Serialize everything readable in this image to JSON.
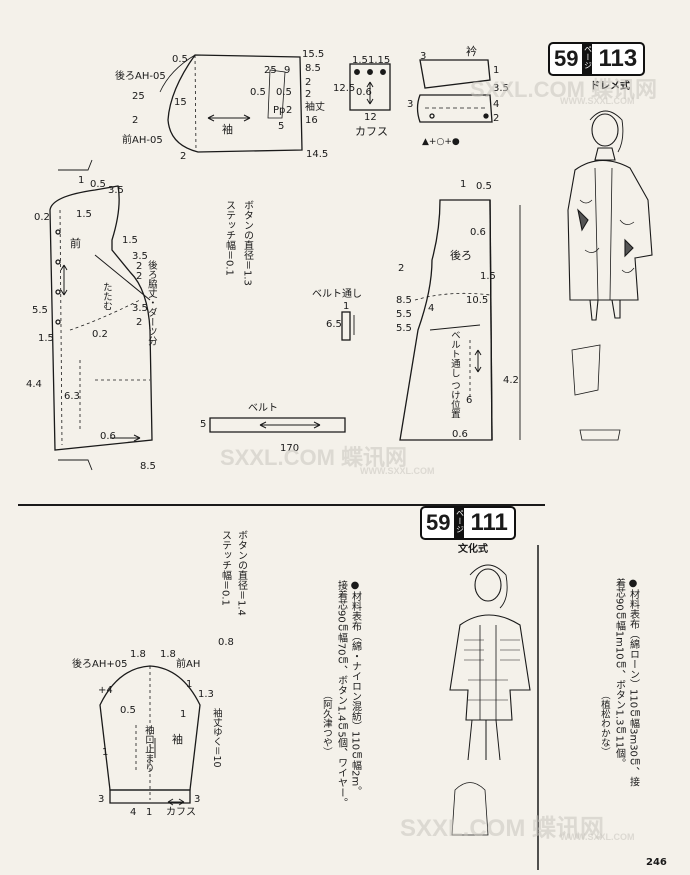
{
  "top_section": {
    "badge": {
      "page_no": "59",
      "page_kana": "ページ",
      "model_no": "113"
    },
    "method": "ドレメ式",
    "sleeve": {
      "title": "袖",
      "back_ah": "後ろAH-05",
      "front_ah": "前AH-05",
      "hem_label": "袖丈",
      "nums": [
        "0.5",
        "25",
        "15",
        "2",
        "15.5",
        "8.5",
        "2",
        "25",
        "9",
        "0.5",
        "0.5",
        "2",
        "16",
        "2",
        "14.5",
        "5",
        "Pp",
        "2"
      ]
    },
    "cuff": {
      "title": "カフス",
      "nums": [
        "1.5",
        "1.15",
        "12.5",
        "0.6",
        "12"
      ]
    },
    "collar": {
      "title": "衿",
      "nums": [
        "3",
        "1",
        "3.5",
        "3",
        "4",
        "2"
      ],
      "symbols": "▲+○+●"
    },
    "front": {
      "title": "前",
      "fold_label": "たたむ",
      "nums": [
        "1",
        "0.5",
        "3.5",
        "0.2",
        "1.5",
        "3.5",
        "2",
        "2",
        "3.5",
        "2",
        "5.5",
        "1.5",
        "0.2",
        "4.4",
        "6.3",
        "0.6",
        "8.5",
        "1.5"
      ],
      "note": "後ろ脇丈・ダーツ分"
    },
    "back": {
      "title": "後ろ",
      "belt_loop_pos": "ベルト通し つけ位置",
      "nums": [
        "1",
        "0.5",
        "0.6",
        "2",
        "1.5",
        "8.5",
        "10.5",
        "5.5",
        "4",
        "5.5",
        "0.6",
        "4.2",
        "6"
      ]
    },
    "button_note": {
      "lines": [
        "ボタンの直径＝",
        "1.3",
        "ステッチ幅＝",
        "0.1"
      ]
    },
    "belt_loop": {
      "title": "ベルト通し",
      "w": "1",
      "h": "6.5"
    },
    "belt": {
      "title": "ベルト",
      "w": "5",
      "len": "170"
    }
  },
  "bottom_section": {
    "badge": {
      "page_no": "59",
      "page_kana": "ページ",
      "model_no": "111"
    },
    "method": "文化式",
    "button_note": {
      "lines": [
        "ボタンの直径＝",
        "1.4",
        "ステッチ幅＝",
        "0.1",
        "0.8"
      ]
    },
    "sleeve": {
      "title": "袖",
      "back_ah": "後ろAH+05",
      "front_ah": "前AH",
      "slit": "袖口止まり",
      "cuff_label": "カフス",
      "hem": "袖丈ゆく＝10",
      "nums": [
        "1.8",
        "1.8",
        "+4",
        "1",
        "0.5",
        "1",
        "1.3",
        "3",
        "3",
        "4",
        "1",
        "1"
      ]
    },
    "materials_111": {
      "head": "●材料",
      "lines": [
        "表布（綿・ナイロン混紡）110㎝幅2m。",
        "接着芯90㎝幅70㎝、ボタン1.4㎝5個、ワイヤー。",
        "（阿久津つや）"
      ]
    },
    "materials_113": {
      "head": "●材料",
      "lines": [
        "表布（綿ローン）110㎝幅3m30㎝、接",
        "着芯90㎝幅1m10㎝、ボタン1.3㎝11個。",
        "（植松わかな）"
      ]
    }
  },
  "watermark": {
    "brand": "SXXL.COM 蝶讯网",
    "url": "WWW.SXXL.COM"
  },
  "page_number": "246"
}
